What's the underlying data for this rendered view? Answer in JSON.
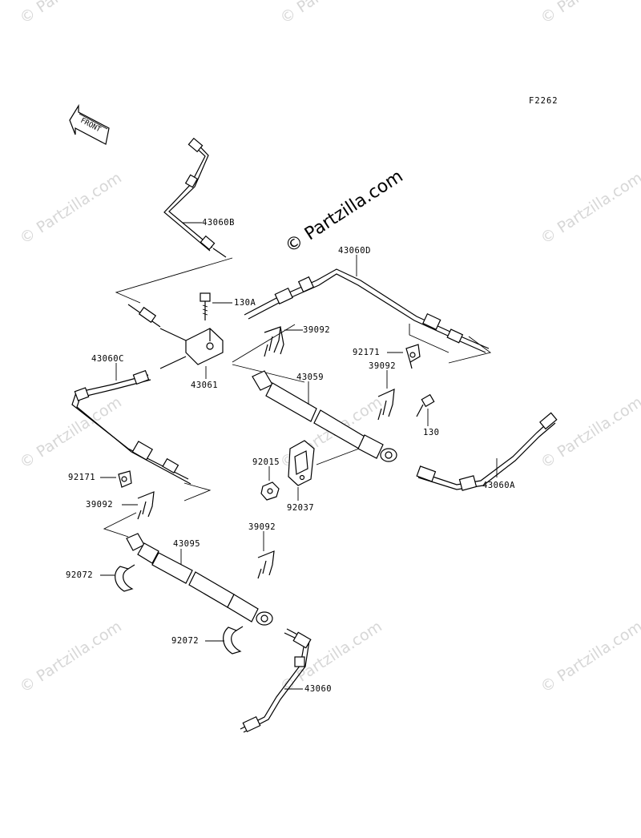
{
  "figure_code": "F2262",
  "front_arrow_label": "FRONT",
  "watermark": {
    "small": "© Partzilla.com",
    "large": "© Partzilla.com"
  },
  "parts": [
    {
      "id": "p-43060B",
      "label": "43060B"
    },
    {
      "id": "p-130A",
      "label": "130A"
    },
    {
      "id": "p-43060D",
      "label": "43060D"
    },
    {
      "id": "p-39092-a",
      "label": "39092"
    },
    {
      "id": "p-92171-a",
      "label": "92171"
    },
    {
      "id": "p-39092-b",
      "label": "39092"
    },
    {
      "id": "p-43060C",
      "label": "43060C"
    },
    {
      "id": "p-43061",
      "label": "43061"
    },
    {
      "id": "p-43059",
      "label": "43059"
    },
    {
      "id": "p-130",
      "label": "130"
    },
    {
      "id": "p-92015",
      "label": "92015"
    },
    {
      "id": "p-92037",
      "label": "92037"
    },
    {
      "id": "p-43060A",
      "label": "43060A"
    },
    {
      "id": "p-92171-b",
      "label": "92171"
    },
    {
      "id": "p-39092-c",
      "label": "39092"
    },
    {
      "id": "p-39092-d",
      "label": "39092"
    },
    {
      "id": "p-43095",
      "label": "43095"
    },
    {
      "id": "p-92072-a",
      "label": "92072"
    },
    {
      "id": "p-92072-b",
      "label": "92072"
    },
    {
      "id": "p-43060",
      "label": "43060"
    }
  ]
}
